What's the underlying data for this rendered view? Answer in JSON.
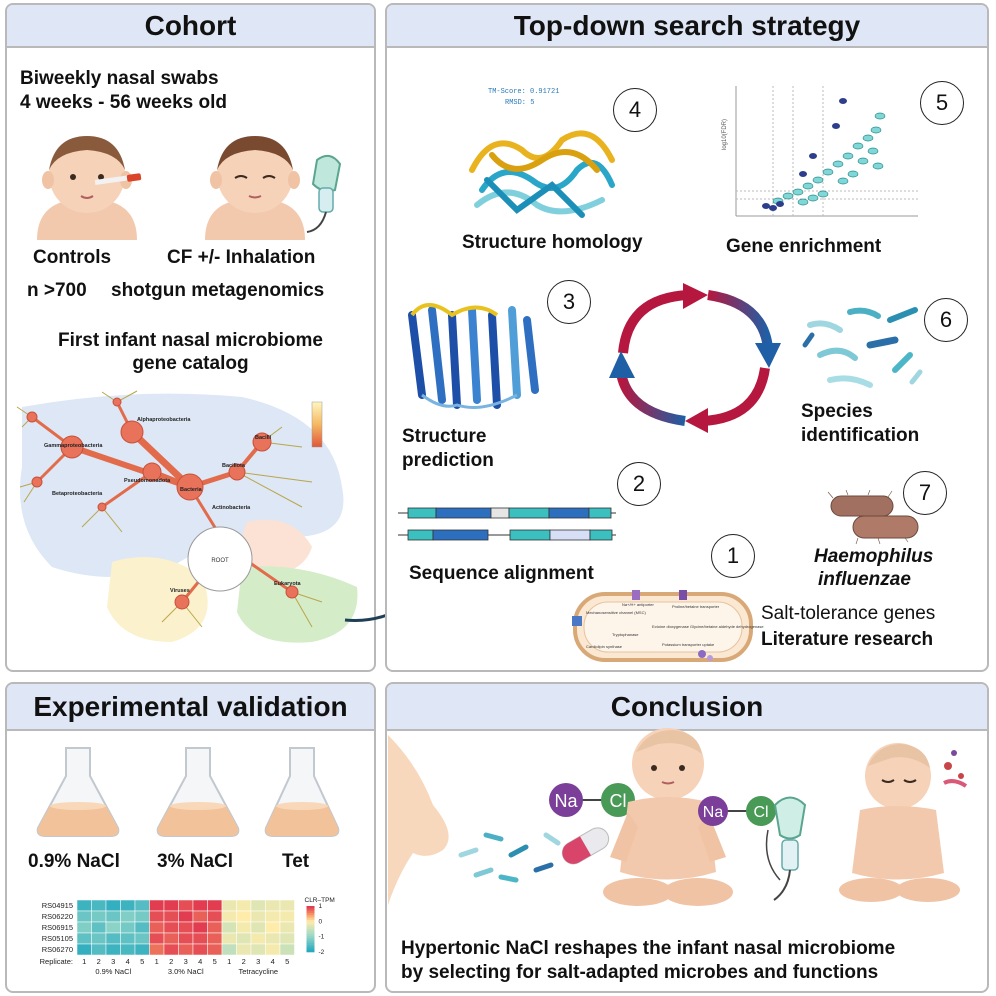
{
  "cohort": {
    "title": "Cohort",
    "swab_line1": "Biweekly nasal swabs",
    "swab_line2": "4 weeks - 56 weeks old",
    "controls_label": "Controls",
    "cf_label": "CF +/- Inhalation",
    "n_label": "n >700",
    "shotgun_label": "shotgun metagenomics",
    "catalog_line1": "First infant nasal microbiome",
    "catalog_line2": "gene catalog",
    "tree_root": "ROOT",
    "tree_nodes": [
      "Alphaproteobacteria",
      "Gammaproteobacteria",
      "Pseudomonadota",
      "Betaproteobacteria",
      "Bacteria",
      "Bacillota",
      "Bacilli",
      "Viruses",
      "Eukaryota",
      "Actinobacteria"
    ]
  },
  "topdown": {
    "title": "Top-down search strategy",
    "steps": [
      {
        "num": "1",
        "label_line1": "Salt-tolerance genes",
        "label_line2": "Literature research"
      },
      {
        "num": "2",
        "label_line1": "Sequence alignment",
        "label_line2": ""
      },
      {
        "num": "3",
        "label_line1": "Structure",
        "label_line2": "prediction"
      },
      {
        "num": "4",
        "label_line1": "Structure homology",
        "label_line2": ""
      },
      {
        "num": "5",
        "label_line1": "Gene enrichment",
        "label_line2": ""
      },
      {
        "num": "6",
        "label_line1": "Species",
        "label_line2": "identification"
      },
      {
        "num": "7",
        "label_line1": "Haemophilus",
        "label_line2": "influenzae"
      }
    ],
    "tm_score": "TM-Score: 0.91721",
    "rmsd": "RMSD: 5",
    "cell_labels": [
      "Mechanosensitive channel (MSC)",
      "Na+/H+ antiporter",
      "Proline/betaine transporter",
      "Cardiolipin synthase",
      "Tryptophanase",
      "Ectoine dioxygenase",
      "Glycine/betaine aldehyde dehydrogenase",
      "Potassium transporter uptake"
    ]
  },
  "validation": {
    "title": "Experimental validation",
    "flasks": [
      "0.9% NaCl",
      "3% NaCl",
      "Tet"
    ],
    "heatmap": {
      "rows": [
        "RS04915",
        "RS06220",
        "RS06915",
        "RS05105",
        "RS06270"
      ],
      "replicate_label": "Replicate:",
      "replicates": [
        "1",
        "2",
        "3",
        "4",
        "5"
      ],
      "groups": [
        "0.9% NaCl",
        "3.0% NaCl",
        "Tetracycline"
      ],
      "legend_title": "CLR–TPM",
      "legend_ticks": [
        "1",
        "0",
        "-1",
        "-2"
      ],
      "values": [
        [
          -1.8,
          -1.7,
          -1.9,
          -1.8,
          -1.6,
          1.0,
          1.0,
          0.9,
          1.0,
          1.0,
          -0.2,
          -0.1,
          -0.3,
          -0.2,
          -0.2
        ],
        [
          -1.4,
          -1.3,
          -1.4,
          -1.2,
          -1.3,
          0.9,
          0.9,
          1.0,
          0.8,
          0.9,
          -0.1,
          0.0,
          -0.2,
          -0.1,
          -0.1
        ],
        [
          -1.2,
          -1.5,
          -1.1,
          -1.3,
          -1.6,
          0.8,
          0.9,
          0.9,
          1.0,
          0.8,
          -0.4,
          -0.1,
          -0.3,
          0.0,
          -0.2
        ],
        [
          -1.5,
          -1.4,
          -1.6,
          -1.5,
          -1.4,
          0.9,
          0.8,
          0.9,
          0.9,
          0.8,
          -0.2,
          -0.3,
          -0.1,
          -0.2,
          -0.3
        ],
        [
          -1.9,
          -1.6,
          -1.8,
          -1.7,
          -1.8,
          0.7,
          0.9,
          0.8,
          0.9,
          0.8,
          -0.6,
          -0.2,
          -0.3,
          -0.1,
          -0.5
        ]
      ]
    }
  },
  "conclusion": {
    "title": "Conclusion",
    "na_label": "Na",
    "cl_label": "Cl",
    "text_line1": "Hypertonic NaCl reshapes the infant nasal microbiome",
    "text_line2": "by selecting for salt-adapted microbes and functions"
  },
  "colors": {
    "header_bg": "#dfe6f5",
    "arrow_red": "#b5173e",
    "arrow_blue": "#1f5fa6",
    "na_purple": "#7b3f99",
    "cl_green": "#4a9a57"
  }
}
